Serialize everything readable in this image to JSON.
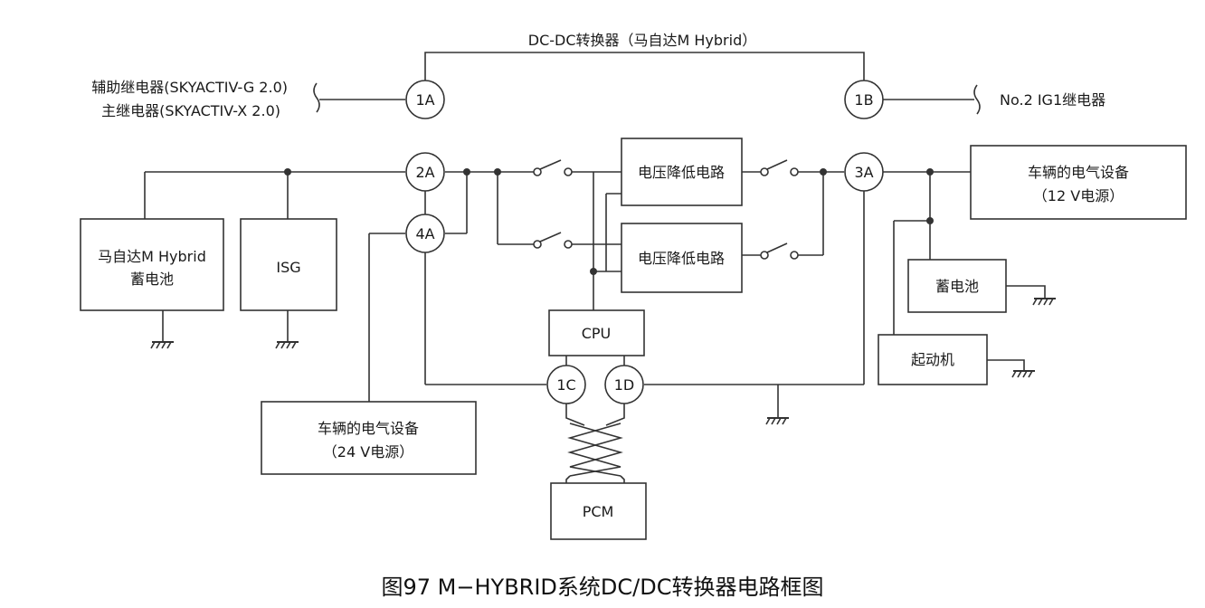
{
  "title": "DC-DC转换器（马自达M Hybrid）",
  "caption": "图97 M−HYBRID系统DC/DC转换器电路框图",
  "left_labels": [
    "辅助继电器(SKYACTIV-G 2.0)",
    "主继电器(SKYACTIV-X 2.0)"
  ],
  "right_label": "No.2 IG1继电器",
  "terminals": {
    "t1a": "1A",
    "t1b": "1B",
    "t2a": "2A",
    "t3a": "3A",
    "t4a": "4A",
    "t1c": "1C",
    "t1d": "1D"
  },
  "boxes": {
    "battery_mhybrid": [
      "马自达M Hybrid",
      "蓄电池"
    ],
    "isg": "ISG",
    "step_down_1": "电压降低电路",
    "step_down_2": "电压降低电路",
    "cpu": "CPU",
    "pcm": "PCM",
    "load_24v": [
      "车辆的电气设备",
      "（24 V电源）"
    ],
    "load_12v": [
      "车辆的电气设备",
      "（12 V电源）"
    ],
    "battery_12v": "蓄电池",
    "starter": "起动机"
  }
}
